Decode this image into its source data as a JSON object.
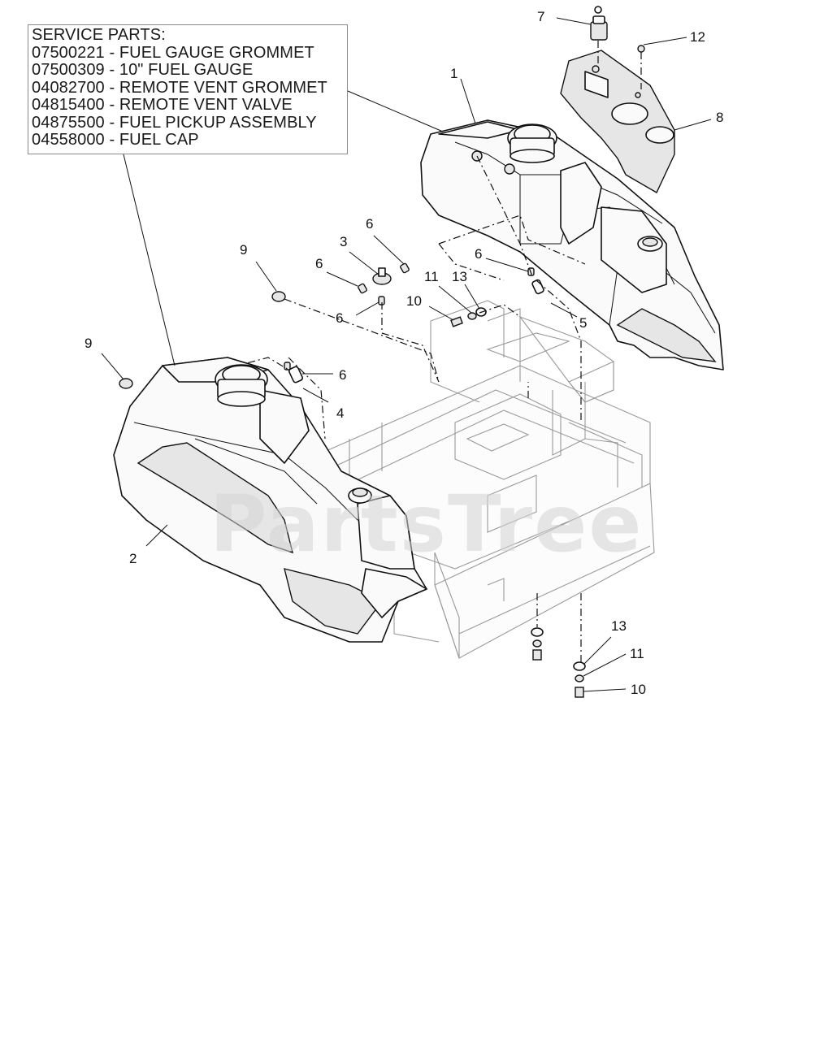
{
  "service_parts": {
    "heading": "SERVICE PARTS:",
    "lines": [
      "07500221 - FUEL GAUGE GROMMET",
      "07500309 - 10\" FUEL GAUGE",
      "04082700 - REMOTE VENT GROMMET",
      "04815400 - REMOTE VENT VALVE",
      "04875500 - FUEL PICKUP ASSEMBLY",
      "04558000 - FUEL CAP"
    ]
  },
  "callouts": {
    "c1": "1",
    "c2": "2",
    "c3": "3",
    "c4": "4",
    "c5": "5",
    "c6a": "6",
    "c6b": "6",
    "c6c": "6",
    "c6d": "6",
    "c6e": "6",
    "c7": "7",
    "c8": "8",
    "c9a": "9",
    "c9b": "9",
    "c10a": "10",
    "c10b": "10",
    "c11a": "11",
    "c11b": "11",
    "c12": "12",
    "c13a": "13",
    "c13b": "13"
  },
  "watermark": "PartsTree"
}
